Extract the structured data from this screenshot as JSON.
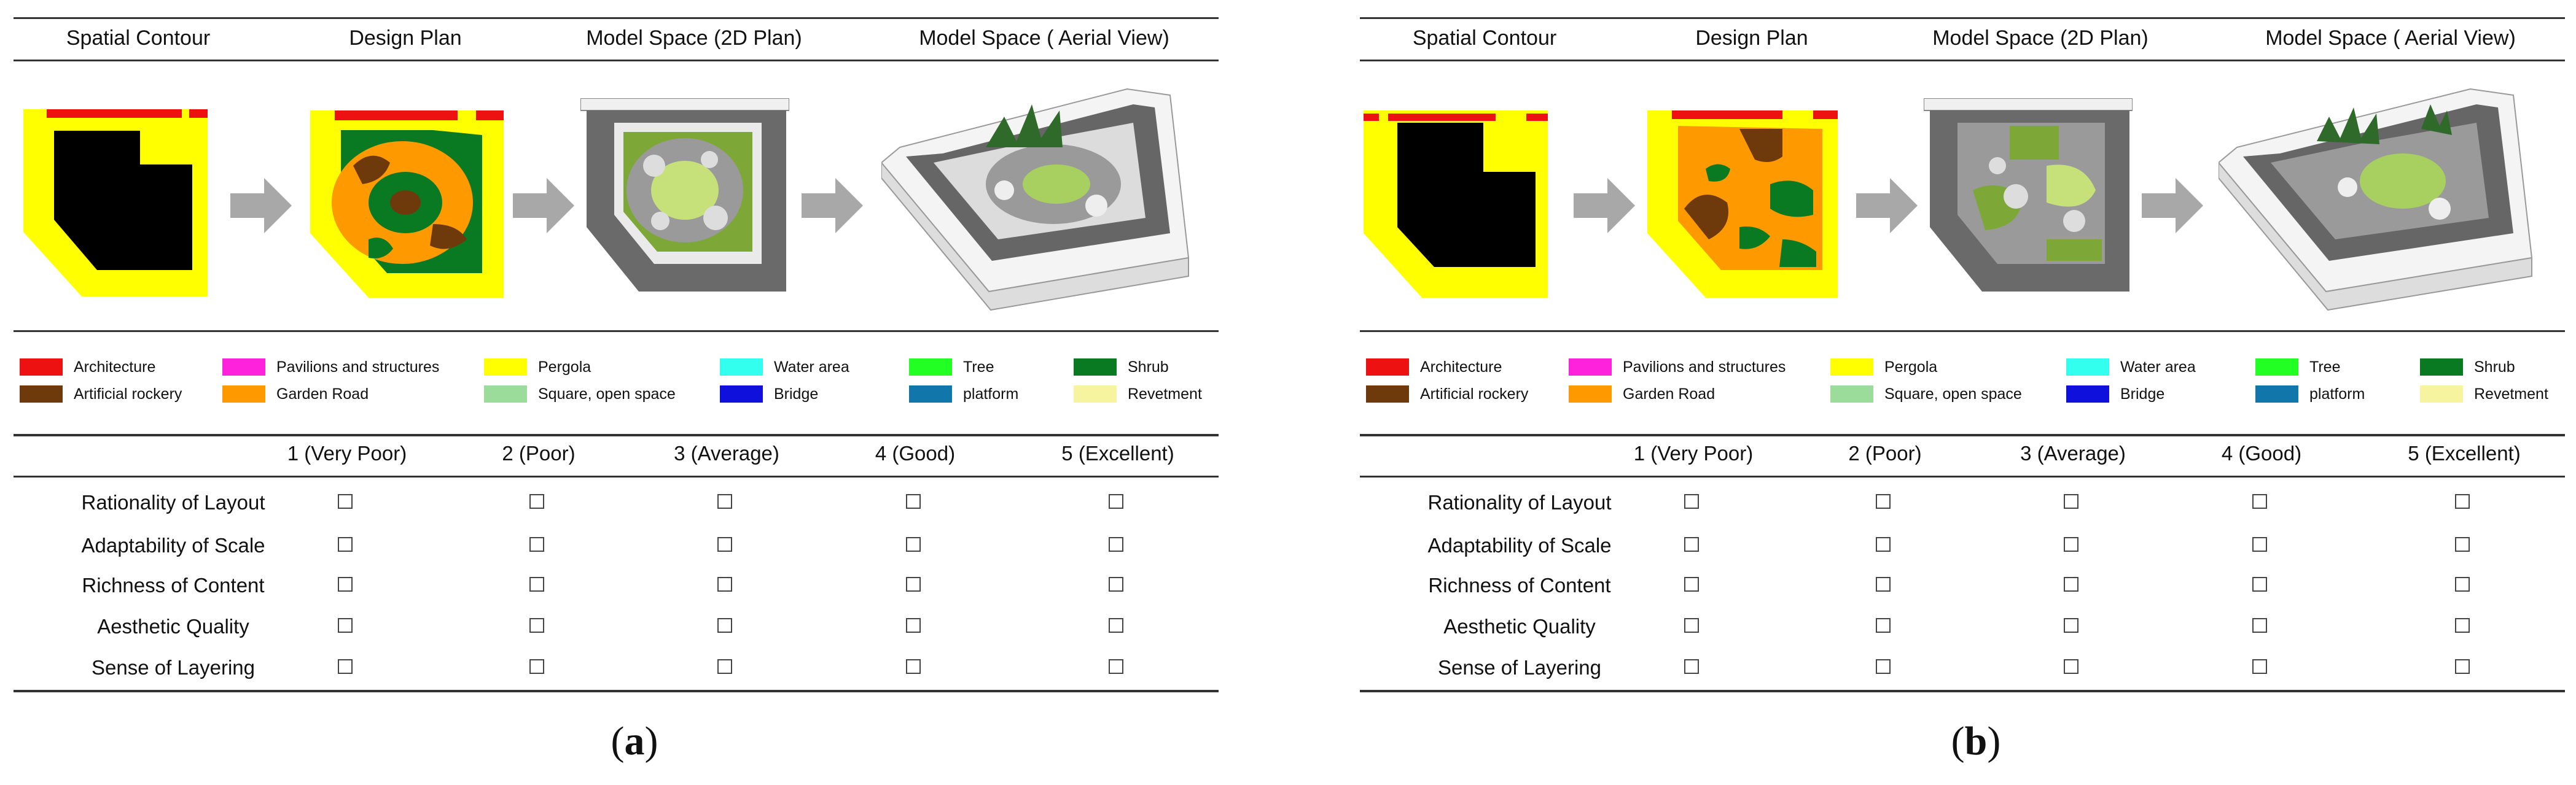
{
  "panels": [
    {
      "caption_letter": "a",
      "stages": [
        "Spatial Contour",
        "Design Plan",
        "Model Space (2D Plan)",
        "Model Space ( Aerial View)"
      ],
      "legend": [
        {
          "label": "Architecture",
          "color": "#ee1111"
        },
        {
          "label": "Pavilions and structures",
          "color": "#ff22dd"
        },
        {
          "label": "Pergola",
          "color": "#ffff00"
        },
        {
          "label": "Water area",
          "color": "#33ffee"
        },
        {
          "label": "Tree",
          "color": "#22ff22"
        },
        {
          "label": "Shrub",
          "color": "#0a7a22"
        },
        {
          "label": "Artificial rockery",
          "color": "#6e3a0c"
        },
        {
          "label": "Garden Road",
          "color": "#ff9900"
        },
        {
          "label": "Square, open space",
          "color": "#9bdc9b"
        },
        {
          "label": "Bridge",
          "color": "#1010dd"
        },
        {
          "label": "platform",
          "color": "#1177aa"
        },
        {
          "label": "Revetment",
          "color": "#f7f4a0"
        }
      ],
      "scale": [
        "1 (Very Poor)",
        "2 (Poor)",
        "3 (Average)",
        "4 (Good)",
        "5 (Excellent)"
      ],
      "criteria": [
        "Rationality of Layout",
        "Adaptability of Scale",
        "Richness of Content",
        "Aesthetic Quality",
        "Sense of Layering"
      ]
    },
    {
      "caption_letter": "b",
      "stages": [
        "Spatial Contour",
        "Design Plan",
        "Model Space (2D Plan)",
        "Model Space ( Aerial View)"
      ],
      "legend": [
        {
          "label": "Architecture",
          "color": "#ee1111"
        },
        {
          "label": "Pavilions and structures",
          "color": "#ff22dd"
        },
        {
          "label": "Pergola",
          "color": "#ffff00"
        },
        {
          "label": "Water area",
          "color": "#33ffee"
        },
        {
          "label": "Tree",
          "color": "#22ff22"
        },
        {
          "label": "Shrub",
          "color": "#0a7a22"
        },
        {
          "label": "Artificial rockery",
          "color": "#6e3a0c"
        },
        {
          "label": "Garden Road",
          "color": "#ff9900"
        },
        {
          "label": "Square, open space",
          "color": "#9bdc9b"
        },
        {
          "label": "Bridge",
          "color": "#1010dd"
        },
        {
          "label": "platform",
          "color": "#1177aa"
        },
        {
          "label": "Revetment",
          "color": "#f7f4a0"
        }
      ],
      "scale": [
        "1 (Very Poor)",
        "2 (Poor)",
        "3 (Average)",
        "4 (Good)",
        "5 (Excellent)"
      ],
      "criteria": [
        "Rationality of Layout",
        "Adaptability of Scale",
        "Richness of Content",
        "Aesthetic Quality",
        "Sense of Layering"
      ]
    }
  ]
}
